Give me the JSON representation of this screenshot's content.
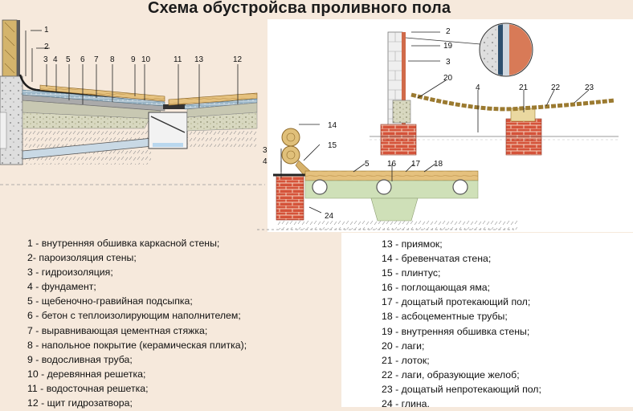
{
  "title": "Схема обустройсва проливного пола",
  "diagram": {
    "callouts_left": [
      "1",
      "2",
      "3",
      "4",
      "5",
      "6",
      "7",
      "8",
      "9",
      "10",
      "11",
      "12",
      "13"
    ],
    "callouts_right": [
      "2",
      "19",
      "3",
      "20",
      "4",
      "21",
      "22",
      "23"
    ],
    "callouts_middle": [
      "14",
      "3",
      "15",
      "4",
      "5",
      "16",
      "17",
      "18",
      "24"
    ]
  },
  "legend_left": [
    "1 - внутренняя обшивка каркасной стены;",
    "2- пароизоляция стены;",
    "3 - гидроизоляция;",
    "4 - фундамент;",
    "5 - щебеночно-гравийная подсыпка;",
    "6 - бетон с теплоизолирующим наполнителем;",
    "7 - выравнивающая цементная стяжка;",
    "8 - напольное покрытие (керамическая плитка);",
    "9 - водосливная труба;",
    "10 - деревянная решетка;",
    "11 - водосточная решетка;",
    "12 - щит гидрозатвора;"
  ],
  "legend_right": [
    "13 - приямок;",
    "14 - бревенчатая стена;",
    "15 - плинтус;",
    "16 - поглощающая яма;",
    "17 - дощатый протекающий пол;",
    "18 - асбоцементные трубы;",
    "19 - внутренняя обшивка стены;",
    "20 - лаги;",
    "21 - лоток;",
    "22 - лаги, образующие желоб;",
    "23 - дощатый непротекающий пол;",
    "24 - глина."
  ]
}
